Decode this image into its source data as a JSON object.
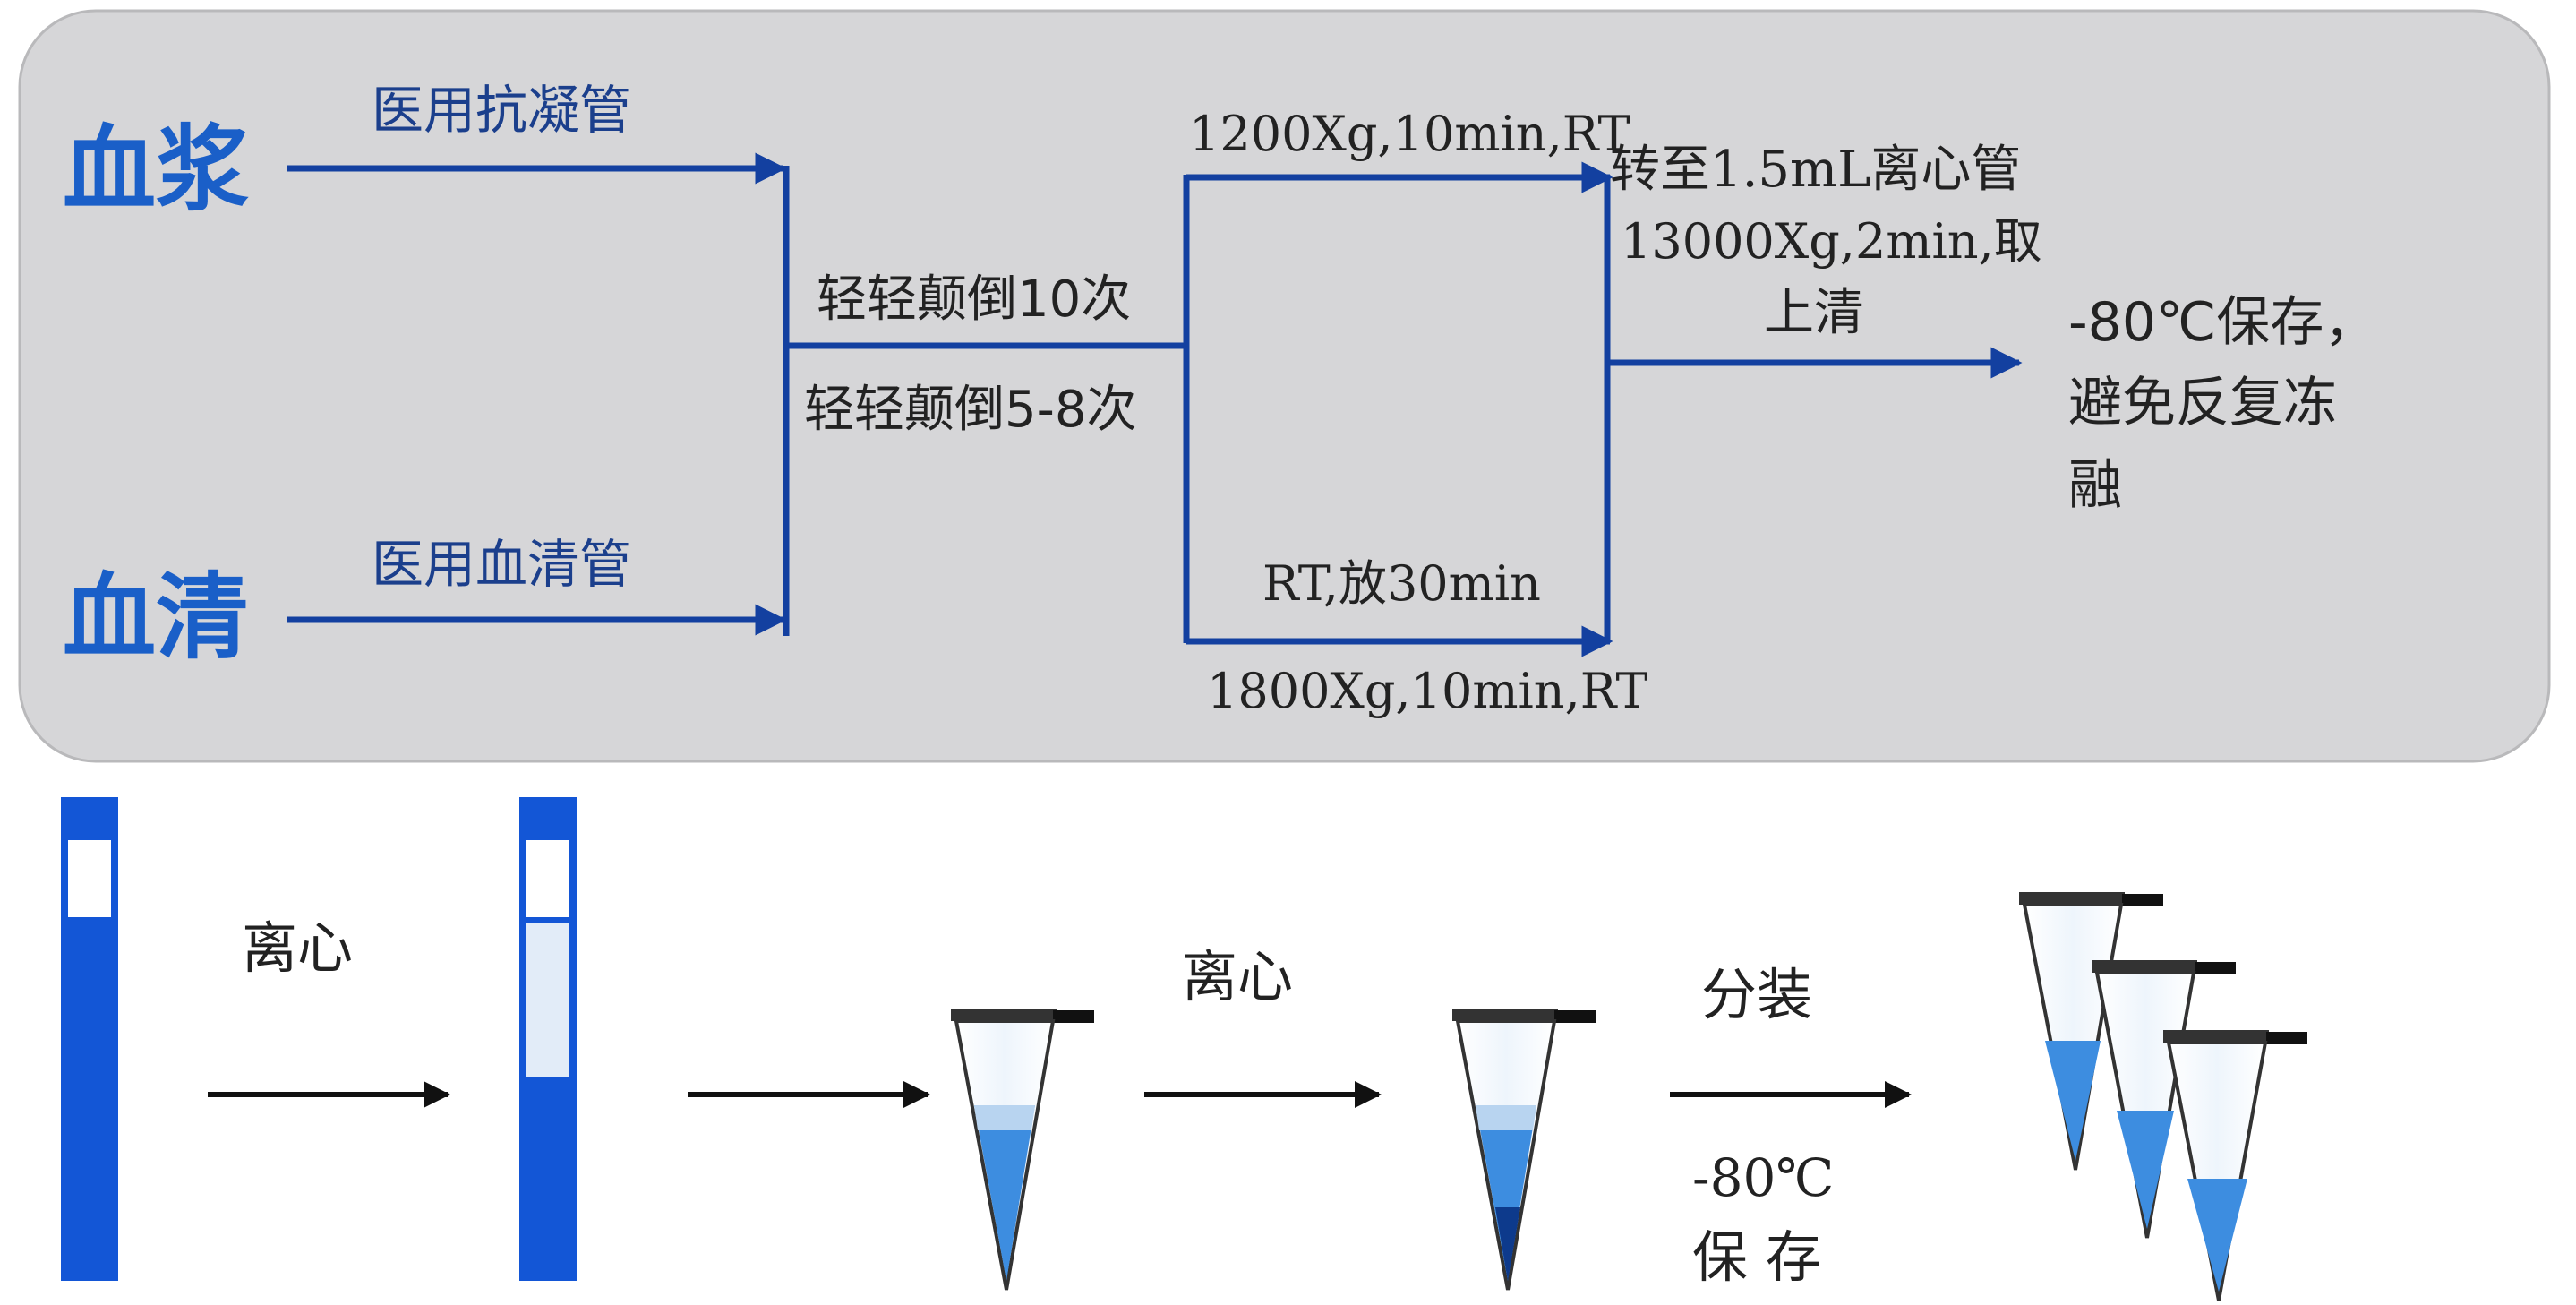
{
  "flow": {
    "plasma_label": "血浆",
    "serum_label": "血清",
    "plasma_tube": "医用抗凝管",
    "serum_tube": "医用血清管",
    "invert_plasma": "轻轻颠倒10次",
    "invert_serum": "轻轻颠倒5-8次",
    "spin_plasma": "1200Xg,10min,RT",
    "serum_wait": "RT,放30min",
    "spin_serum": "1800Xg,10min,RT",
    "transfer_line1": "转至1.5mL离心管",
    "transfer_line2": "13000Xg,2min,取",
    "transfer_line3": "上清",
    "storage_line1": "-80℃保存，",
    "storage_line2": "避免反复冻",
    "storage_line3": "融"
  },
  "steps": {
    "centrifuge_1": "离心",
    "centrifuge_2": "离心",
    "aliquot": "分装",
    "store_line1": "-80℃",
    "store_line2": "保 存"
  },
  "colors": {
    "panel_bg": "#d6d6d8",
    "arrow_blue": "#1340a0",
    "title_blue": "#1a5fc8",
    "tube_blue": "#1356d6",
    "liquid_light": "#b8d4f0",
    "liquid_blue": "#3d8de0"
  }
}
